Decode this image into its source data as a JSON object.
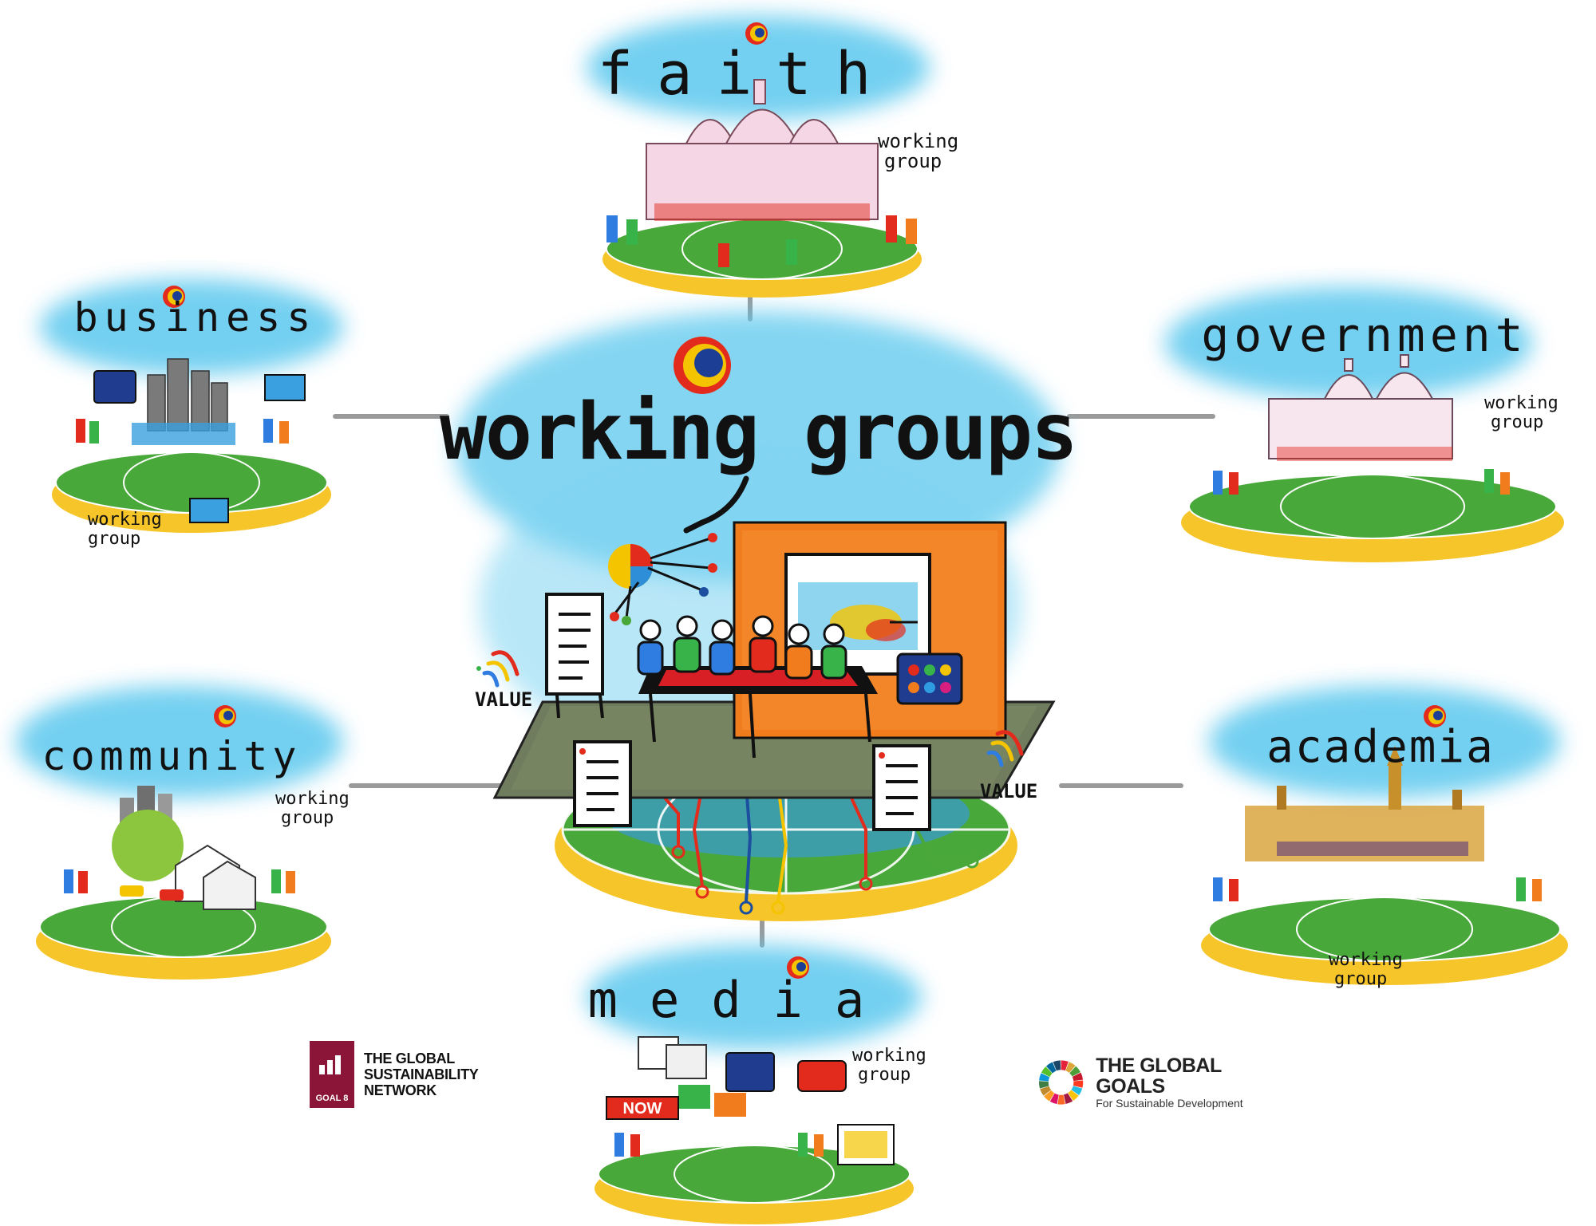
{
  "center": {
    "title": "working groups",
    "value_left": "VALUE",
    "value_right": "VALUE"
  },
  "groups": [
    {
      "id": "faith",
      "title": "faith",
      "sub1": "working",
      "sub2": "group"
    },
    {
      "id": "business",
      "title": "business",
      "sub1": "working",
      "sub2": "group"
    },
    {
      "id": "government",
      "title": "government",
      "sub1": "working",
      "sub2": "group"
    },
    {
      "id": "community",
      "title": "community",
      "sub1": "working",
      "sub2": "group"
    },
    {
      "id": "academia",
      "title": "academia",
      "sub1": "working",
      "sub2": "group"
    },
    {
      "id": "media",
      "title": "media",
      "sub1": "working",
      "sub2": "group",
      "now": "NOW"
    }
  ],
  "logos": {
    "gsn": {
      "line1": "THE GLOBAL",
      "line2": "SUSTAINABILITY",
      "line3": "NETWORK",
      "badge": "GOAL 8"
    },
    "global_goals": {
      "title": "THE GLOBAL GOALS",
      "subtitle": "For Sustainable Development"
    }
  },
  "colors": {
    "sky": "#5cc8ee",
    "grass": "#4aa838",
    "sun": "#f5c400",
    "orange": "#f07c1e",
    "red": "#e32b1d",
    "blue": "#1c4fa0",
    "maroon": "#8a1538"
  }
}
